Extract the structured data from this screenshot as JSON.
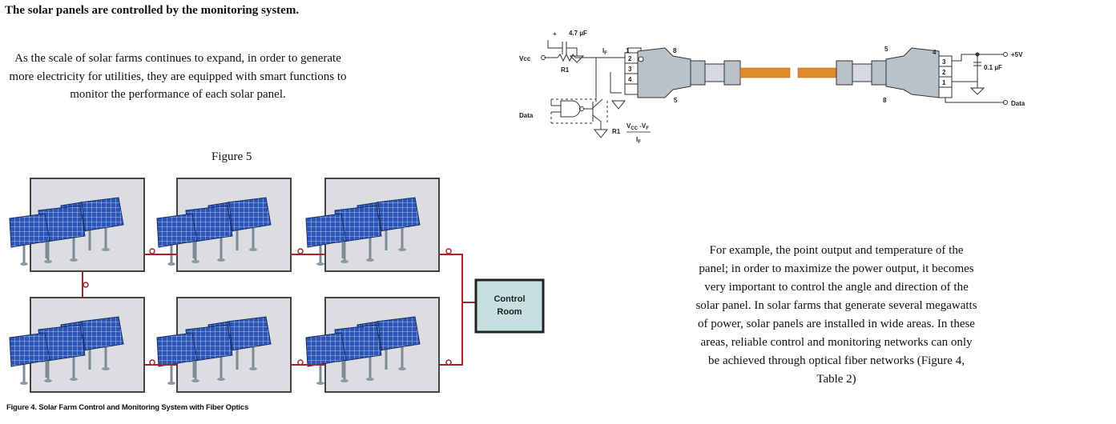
{
  "heading": "The solar panels are controlled by the monitoring system.",
  "intro_paragraph": "As the scale of solar farms continues to expand, in order to generate more electricity for utilities, they are equipped with smart functions to monitor the performance of each solar panel.",
  "figure5_title": "Figure 5",
  "farm_figure": {
    "control_room_line1": "Control",
    "control_room_line2": "Room",
    "caption": "Figure 4. Solar Farm Control and Monitoring System with Fiber Optics",
    "colors": {
      "fiber": "#a3262f",
      "control_room_fill": "#c5e0de",
      "panel": "#2c55b8",
      "frame": "#444444"
    }
  },
  "circuit_figure": {
    "cap_left": "4.7 µF",
    "vcc": "Vcc",
    "data_left": "Data",
    "r1_top": "R1",
    "r1_bottom": "R1",
    "if_label": "I",
    "if_sub": "F",
    "vcc_vf_main": "V",
    "vcc_vf_sub1": "CC",
    "vcc_vf_mid": " -V",
    "vcc_vf_sub2": "F",
    "plus": "+",
    "pin1": "1",
    "pin2": "2",
    "pin3": "3",
    "pin4": "4",
    "pin5": "5",
    "pin8": "8",
    "cap_right": "0.1 µF",
    "v5": "+5V",
    "data_right": "Data",
    "colors": {
      "fiber": "#e08a2c",
      "connector": "#b9c1c9"
    }
  },
  "example_paragraph": "For example, the point output and temperature of the panel; in order to maximize the power output, it becomes very important to control the angle and direction of the solar panel. In solar farms that generate several megawatts of power, solar panels are installed in wide areas. In these areas, reliable control and monitoring networks can only be achieved through optical fiber networks (Figure 4, Table 2)"
}
